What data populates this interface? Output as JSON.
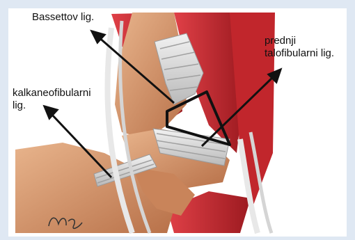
{
  "labels": {
    "bassett": "Bassettov lig.",
    "kalk_line1": "kalkaneofibularni",
    "kalk_line2": "lig.",
    "atfl_line1": "prednji",
    "atfl_line2": "talofibularni lig."
  },
  "colors": {
    "background": "#dfe8f3",
    "panel": "#ffffff",
    "bone": "#d9a078",
    "bone_shadow": "#b8734a",
    "muscle": "#c9262c",
    "ligament": "#e6e6e6",
    "outline": "#111111"
  }
}
